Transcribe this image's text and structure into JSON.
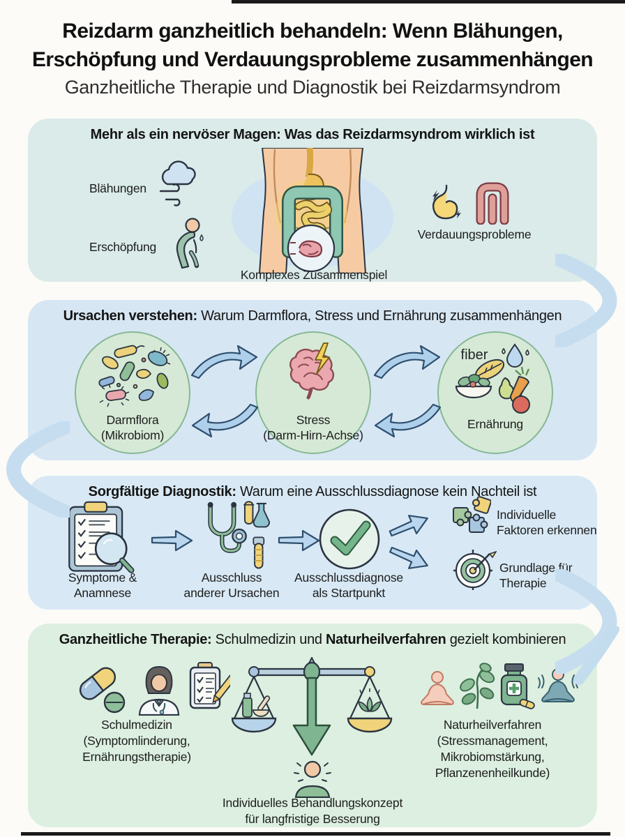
{
  "header": {
    "title_line1": "Reizdarm ganzheitlich behandeln: Wenn Blähungen,",
    "title_line2": "Erschöpfung und Verdauungsprobleme zusammenhängen",
    "subtitle": "Ganzheitliche Therapie und Diagnostik bei Reizdarmsyndrom"
  },
  "overview": {
    "heading": "Mehr als ein nervöser Magen: Was das Reizdarmsyndrom wirklich ist",
    "bloating_label": "Blähungen",
    "fatigue_label": "Erschöpfung",
    "digestive_label": "Verdauungsprobleme",
    "center_caption": "Komplexes Zusammenspiel"
  },
  "causes": {
    "heading_bold": "Ursachen verstehen:",
    "heading_rest": " Warum Darmflora, Stress und Ernährung zusammenhängen",
    "microbiome_label": "Darmflora\n(Mikrobiom)",
    "stress_label": "Stress\n(Darm-Hirn-Achse)",
    "nutrition_label": "Ernährung",
    "fiber_label": "fiber"
  },
  "diagnostics": {
    "heading_bold": "Sorgfältige Diagnostik:",
    "heading_rest": " Warum eine Ausschlussdiagnose kein Nachteil ist",
    "step1_label": "Symptome &\nAnamnese",
    "step2_label": "Ausschluss\nanderer Ursachen",
    "step3_label": "Ausschlussdiagnose\nals Startpunkt",
    "outcome1_label": "Individuelle\nFaktoren erkennen",
    "outcome2_label": "Grundlage für\nTherapie"
  },
  "therapy": {
    "heading_bold1": "Ganzheitliche Therapie:",
    "heading_mid": " Schulmedizin und ",
    "heading_bold2": "Naturheilverfahren",
    "heading_rest": " gezielt kombinieren",
    "conventional_label": "Schulmedizin\n(Symptomlinderung,\nErnährungstherapie)",
    "natural_label": "Naturheilverfahren\n(Stressmanagement,\nMikrobiomstärkung,\nPflanzenenheilkunde)",
    "result_caption": "Individuelles Behandlungskonzept\nfür langfristige Besserung"
  },
  "colors": {
    "page_bg": "#fcfbf8",
    "overview_bg": "#daebe9",
    "causes_bg": "#d7e6f3",
    "diagnostics_bg": "#d8e9f5",
    "therapy_bg": "#dcefe0",
    "circle_fill": "#d6e9d6",
    "circle_border": "#86b894",
    "arrow_fill": "#aed0ea",
    "arrow_stroke": "#2e4e6e",
    "accent_green": "#7fb591",
    "decor_arc": "#c5ddef"
  }
}
